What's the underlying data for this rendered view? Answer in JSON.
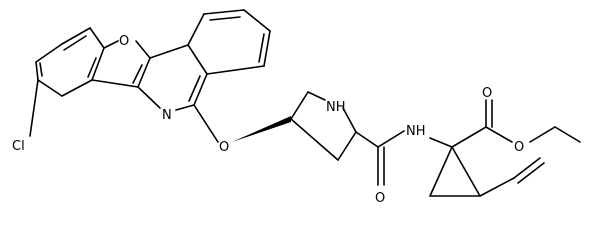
{
  "molecule": {
    "atoms": {
      "chlorine": "Cl",
      "furan_oxygen": "O",
      "ring_nitrogen": "N",
      "ether_oxygen": "O",
      "pyrrolidine_nh": "NH",
      "amide_oxygen": "O",
      "amide_nh": "NH",
      "carbonyl_oxygen": "O",
      "ester_oxygen": "O"
    }
  },
  "colors": {
    "bond": "#000000",
    "background": "#ffffff"
  }
}
